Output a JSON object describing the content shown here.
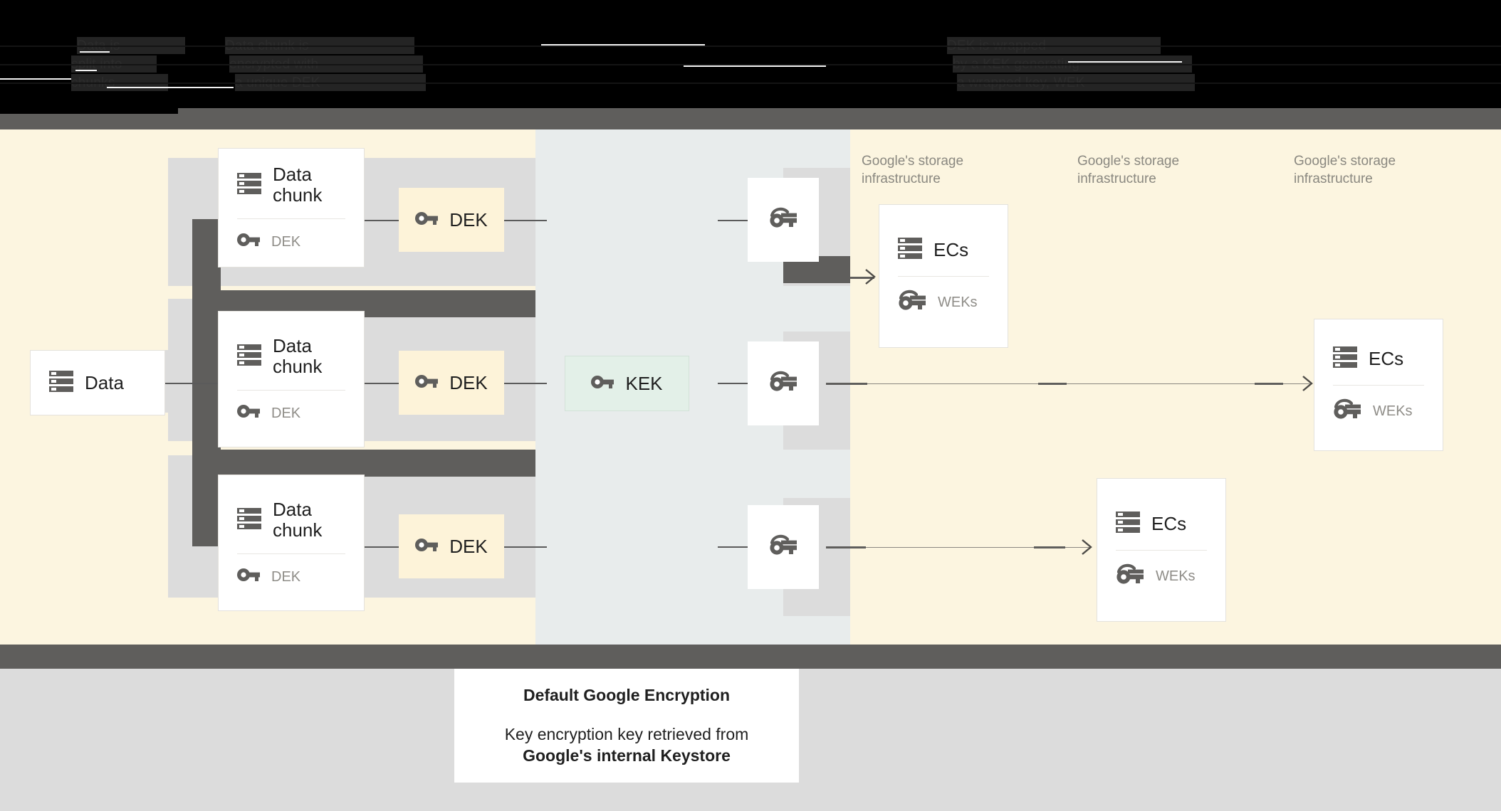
{
  "page": {
    "background": "#000000",
    "canvas_cream": "#fcf5e0",
    "canvas_steel": "#e8ecec",
    "canvas_silver": "#dcdcdc",
    "band_dark": "#5f5e5c",
    "dek_chip_color": "#fdf3d9",
    "kek_chip_color": "#e3f0e8",
    "card_color": "#ffffff",
    "muted_text": "#8a8880"
  },
  "header": {
    "obscured": true,
    "lines": [
      {
        "text": "Data is"
      },
      {
        "text": "split into"
      },
      {
        "text": "chunks"
      },
      {
        "text": "Data chunk is"
      },
      {
        "text": "encrypted with"
      },
      {
        "text": "a unique DEK"
      },
      {
        "text": "DEK is wrapped"
      },
      {
        "text": "by a KEK generating"
      },
      {
        "text": "a wrapped key, WEK"
      }
    ]
  },
  "diagram": {
    "source": {
      "title": "Data",
      "icon": "storage-icon"
    },
    "chunks": [
      {
        "title": "Data\nchunk",
        "icon": "storage-icon",
        "key_label": "DEK",
        "key_icon": "key-icon"
      },
      {
        "title": "Data\nchunk",
        "icon": "storage-icon",
        "key_label": "DEK",
        "key_icon": "key-icon"
      },
      {
        "title": "Data\nchunk",
        "icon": "storage-icon",
        "key_label": "DEK",
        "key_icon": "key-icon"
      }
    ],
    "dek_chips": [
      {
        "label": "DEK",
        "icon": "key-icon"
      },
      {
        "label": "DEK",
        "icon": "key-icon"
      },
      {
        "label": "DEK",
        "icon": "key-icon"
      }
    ],
    "kek": {
      "label": "KEK",
      "icon": "key-icon"
    },
    "wrapped_keys": [
      {
        "icon": "wrapped-key-icon"
      },
      {
        "icon": "wrapped-key-icon"
      },
      {
        "icon": "wrapped-key-icon"
      }
    ],
    "infra_labels": [
      "Google's storage\ninfrastructure",
      "Google's storage\ninfrastructure",
      "Google's storage\ninfrastructure"
    ],
    "ec_cards": [
      {
        "title": "ECs",
        "icon": "storage-icon",
        "key_label": "WEKs",
        "key_icon": "wrapped-key-icon"
      },
      {
        "title": "ECs",
        "icon": "storage-icon",
        "key_label": "WEKs",
        "key_icon": "wrapped-key-icon"
      },
      {
        "title": "ECs",
        "icon": "storage-icon",
        "key_label": "WEKs",
        "key_icon": "wrapped-key-icon"
      }
    ]
  },
  "caption": {
    "title": "Default Google Encryption",
    "body_prefix": "Key encryption key retrieved from",
    "body_strong": "Google's internal Keystore"
  }
}
